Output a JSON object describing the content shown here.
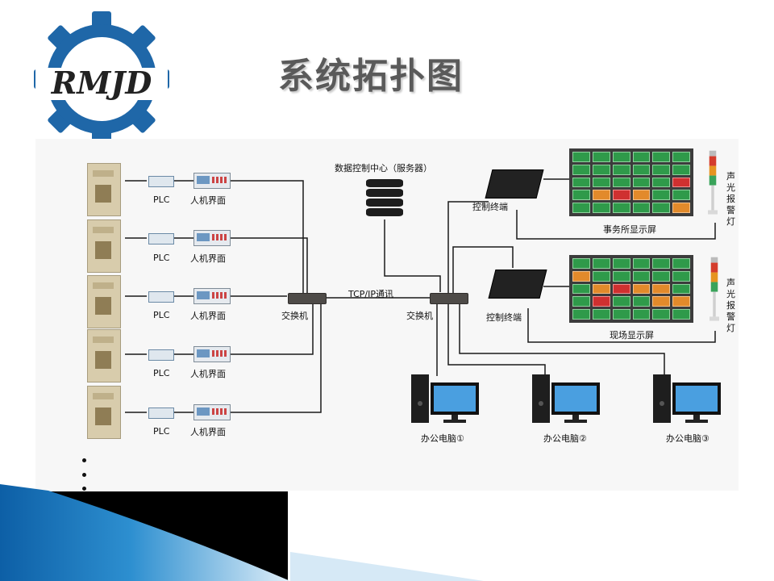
{
  "logo": {
    "text": "RMJD"
  },
  "title": "系统拓扑图",
  "devices": {
    "plc_label": "PLC",
    "hmi_label": "人机界面",
    "switch_label": "交换机",
    "server_label": "数据控制中心（服务器）",
    "link_label": "TCP/IP通讯",
    "terminal_label": "控制终端",
    "office_screen_label": "事务所显示屏",
    "site_screen_label": "现场显示屏",
    "alarm_label": "声光报警灯",
    "pcs": [
      "办公电脑①",
      "办公电脑②",
      "办公电脑③"
    ]
  },
  "colors": {
    "gear": "#1f67a8",
    "tile_green": "#2f9a4a",
    "tile_red": "#cf3030",
    "tile_orange": "#e28a2b",
    "ribbon_blue": "#1b6fb0"
  }
}
